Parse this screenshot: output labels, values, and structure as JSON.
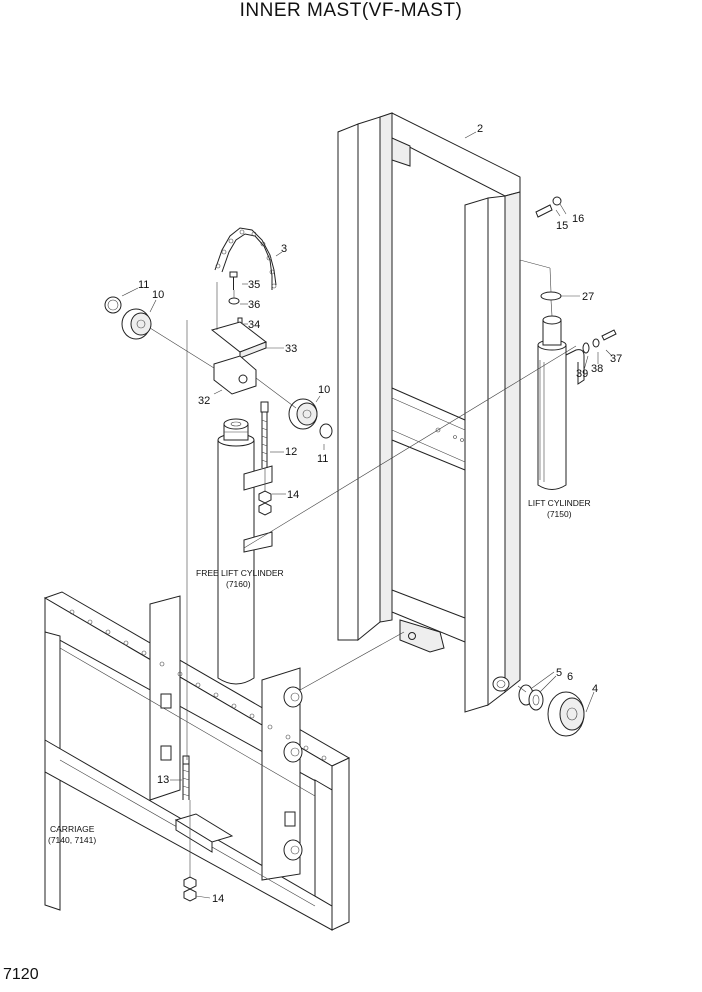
{
  "title": "INNER MAST(VF-MAST)",
  "page_number": "7120",
  "captions": {
    "lift_cylinder": [
      "LIFT CYLINDER",
      "(7150)"
    ],
    "free_lift_cylinder": [
      "FREE LIFT CYLINDER",
      "(7160)"
    ],
    "carriage": [
      "CARRIAGE",
      "(7140, 7141)"
    ]
  },
  "part_labels": {
    "p2": "2",
    "p3": "3",
    "p4": "4",
    "p5": "5",
    "p6": "6",
    "p10a": "10",
    "p10b": "10",
    "p11a": "11",
    "p11b": "11",
    "p12": "12",
    "p13": "13",
    "p14a": "14",
    "p14b": "14",
    "p15": "15",
    "p16": "16",
    "p27": "27",
    "p32": "32",
    "p33": "33",
    "p34": "34",
    "p35": "35",
    "p36": "36",
    "p37": "37",
    "p38": "38",
    "p39": "39"
  }
}
